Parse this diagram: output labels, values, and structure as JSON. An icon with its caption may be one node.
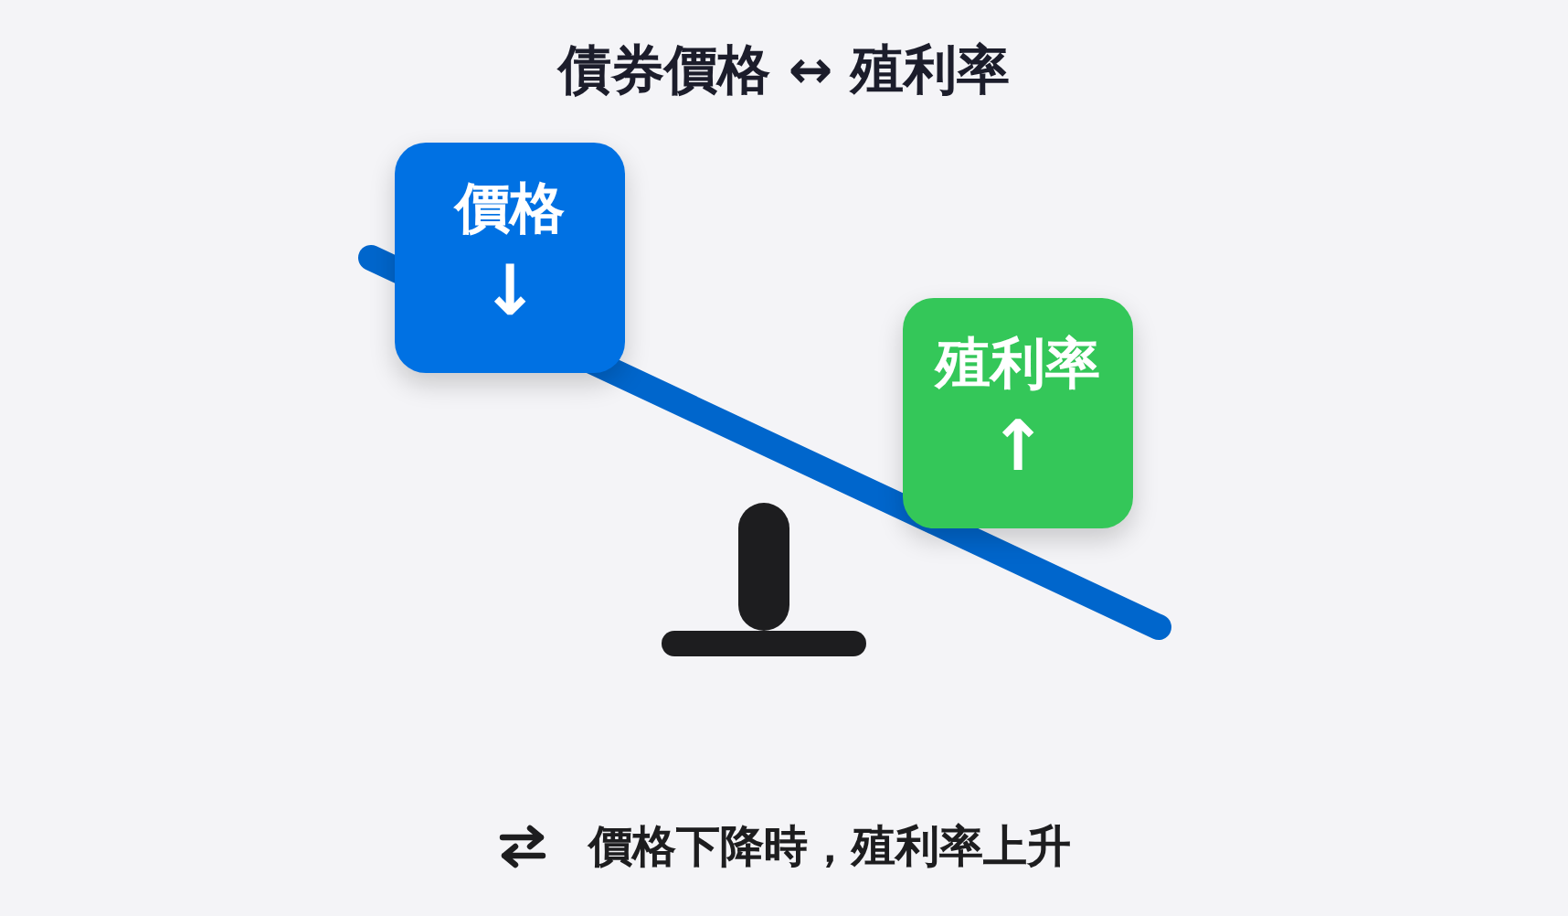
{
  "diagram": {
    "title": "債券價格 ↔ 殖利率",
    "caption": "價格下降時，殖利率上升",
    "nodes": [
      {
        "text": [
          "價格",
          "↓"
        ]
      },
      {
        "text": [
          "殖利率",
          "↑"
        ]
      }
    ]
  }
}
